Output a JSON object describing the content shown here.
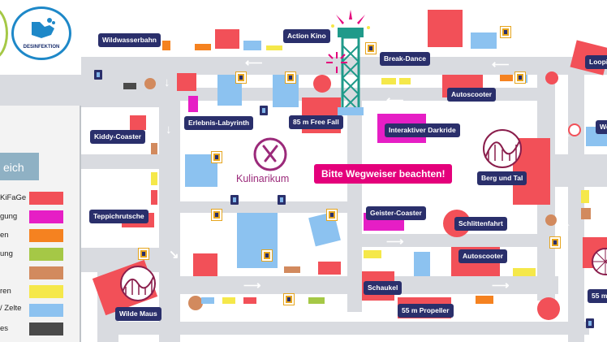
{
  "badge": {
    "label": "DESINFEKTION"
  },
  "notice": {
    "text": "Bitte Wegweiser beachten!"
  },
  "food_area": {
    "label": "Kulinarikum"
  },
  "legend": {
    "title_fragment": "eich",
    "items": [
      {
        "text": "KiFaGe",
        "color": "#f25058"
      },
      {
        "text": "gung",
        "color": "#e61ec5"
      },
      {
        "text": "en",
        "color": "#f58220"
      },
      {
        "text": "ung",
        "color": "#a5c846"
      },
      {
        "text": "",
        "color": "#d28a5e"
      },
      {
        "text": "ren",
        "color": "#f5e84a"
      },
      {
        "text": "/ Zelte",
        "color": "#8cc2f0"
      },
      {
        "text": "es",
        "color": "#4a4a4a"
      }
    ]
  },
  "attractions": [
    {
      "key": "wildwasserbahn",
      "label": "Wildwasserbahn"
    },
    {
      "key": "action-kino",
      "label": "Action Kino"
    },
    {
      "key": "break-dance",
      "label": "Break-Dance"
    },
    {
      "key": "looping",
      "label": "Loopi"
    },
    {
      "key": "kiddy-coaster",
      "label": "Kiddy-Coaster"
    },
    {
      "key": "erlebnis-labyrinth",
      "label": "Erlebnis-Labyrinth"
    },
    {
      "key": "free-fall",
      "label": "85 m  Free Fall"
    },
    {
      "key": "autoscooter-top",
      "label": "Autoscooter"
    },
    {
      "key": "darkride",
      "label": "Interaktiver Darkride"
    },
    {
      "key": "we",
      "label": "We"
    },
    {
      "key": "berg-und-tal",
      "label": "Berg und Tal"
    },
    {
      "key": "teppichrutsche",
      "label": "Teppichrutsche"
    },
    {
      "key": "geister-coaster",
      "label": "Geister-Coaster"
    },
    {
      "key": "schlittenfahrt",
      "label": "Schlittenfahrt"
    },
    {
      "key": "autoscooter-bottom",
      "label": "Autoscooter"
    },
    {
      "key": "schaukel",
      "label": "Schaukel"
    },
    {
      "key": "wilde-maus",
      "label": "Wilde Maus"
    },
    {
      "key": "propeller",
      "label": "55 m Propeller"
    },
    {
      "key": "fifty-five",
      "label": "55 m"
    }
  ],
  "colors": {
    "path": "#d9dbe0",
    "label_bg": "#2a2f6b",
    "notice_bg": "#e4007b",
    "tower": "#1f9a8a",
    "badge_ring": "#1e88c8"
  }
}
